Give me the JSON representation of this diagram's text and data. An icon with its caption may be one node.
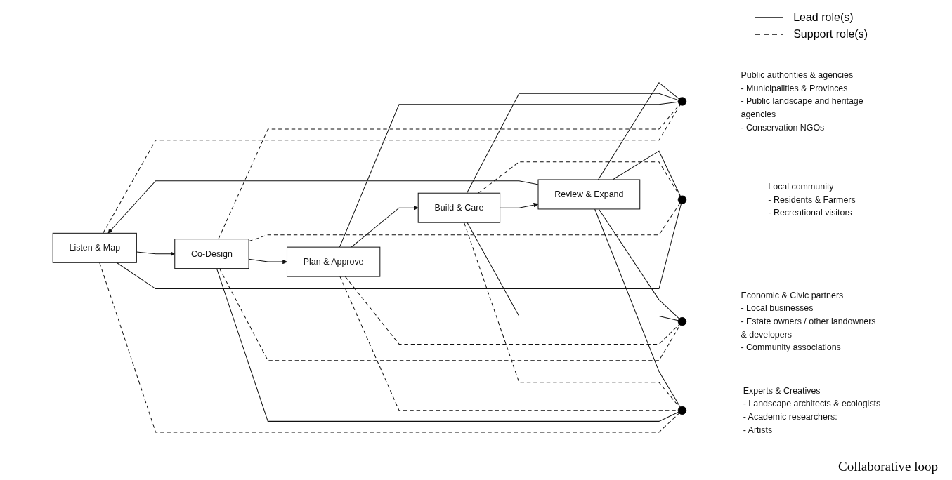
{
  "diagram": {
    "caption": "Collaborative loop",
    "nodes": [
      {
        "text": [
          "Listen & Map"
        ]
      },
      {
        "text": [
          "Co-Design"
        ]
      },
      {
        "text": [
          "Plan & Approve"
        ]
      },
      {
        "text": [
          "Build & Care"
        ]
      },
      {
        "text": [
          "Review & Expand"
        ]
      },
      {
        "text": [],
        "shape": "circle",
        "beside": [
          "Local community",
          "- Residents & Farmers",
          "- Recreational visitors"
        ]
      },
      {
        "text": [],
        "shape": "circle",
        "beside": [
          "Public authorities & agencies",
          "- Municipalities & Provinces",
          "- Public landscape and heritage agencies",
          "- Conservation NGOs"
        ]
      },
      {
        "text": [],
        "shape": "circle",
        "beside": [
          "Experts & Creatives",
          "- Landscape architects & ecologists",
          "- Academic researchers:",
          "- Artists"
        ]
      },
      {
        "text": [],
        "shape": "circle",
        "beside": [
          "Economic & Civic partners",
          "- Local businesses",
          "- Estate owners / other landowners & developers",
          "- Community associations"
        ]
      }
    ],
    "edges": [
      {
        "from": 0,
        "to": 1,
        "arrow": "to"
      },
      {
        "from": 1,
        "to": 2,
        "arrow": "to"
      },
      {
        "from": 2,
        "to": 3,
        "arrow": "to"
      },
      {
        "from": 3,
        "to": 4,
        "arrow": "to"
      },
      {
        "from": 4,
        "to": 0,
        "arrow": "to"
      },
      {
        "from": 0,
        "to": 5,
        "arrow": "none"
      },
      {
        "from": 0,
        "to": 6,
        "arrow": "none",
        "style": "dashed"
      },
      {
        "from": 0,
        "to": 7,
        "arrow": "none",
        "style": "dashed"
      },
      {
        "from": 1,
        "to": 5,
        "arrow": "none",
        "style": "dashed"
      },
      {
        "from": 1,
        "to": 6,
        "arrow": "none",
        "style": "dashed"
      },
      {
        "from": 1,
        "to": 7,
        "arrow": "none"
      },
      {
        "from": 1,
        "to": 8,
        "arrow": "none",
        "style": "dashed"
      },
      {
        "from": 2,
        "to": 6,
        "arrow": "none"
      },
      {
        "from": 2,
        "to": 7,
        "arrow": "none",
        "style": "dashed"
      },
      {
        "from": 2,
        "to": 8,
        "arrow": "none",
        "style": "dashed"
      },
      {
        "from": 3,
        "to": 5,
        "arrow": "none",
        "style": "dashed"
      },
      {
        "from": 3,
        "to": 6,
        "arrow": "none"
      },
      {
        "from": 3,
        "to": 7,
        "arrow": "none",
        "style": "dashed"
      },
      {
        "from": 3,
        "to": 8,
        "arrow": "none"
      },
      {
        "from": 4,
        "to": 5,
        "arrow": "none"
      },
      {
        "from": 4,
        "to": 6,
        "arrow": "none"
      },
      {
        "from": 4,
        "to": 7,
        "arrow": "none"
      },
      {
        "from": 4,
        "to": 8,
        "arrow": "none"
      }
    ],
    "legend": [
      {
        "text": "Lead role(s)"
      },
      {
        "text": "Support role(s)"
      }
    ]
  }
}
